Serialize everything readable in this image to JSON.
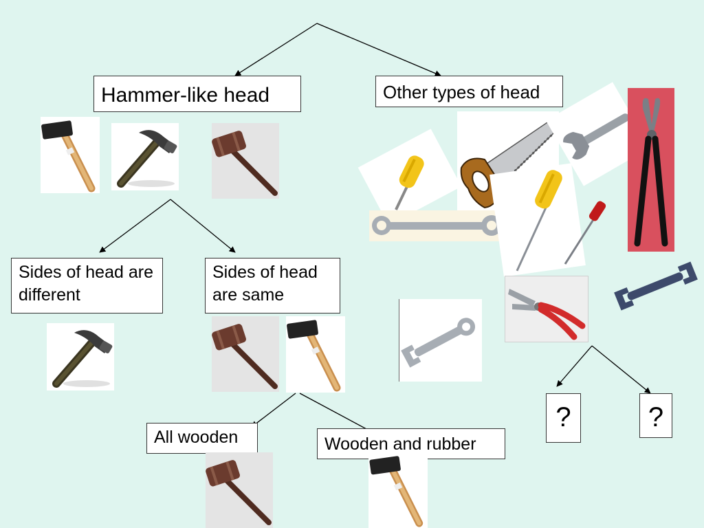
{
  "tree": {
    "hammer_like_head": "Hammer-like head",
    "other_types_of_head": "Other types of head",
    "sides_different": "Sides of head are different",
    "sides_same": "Sides of head are same",
    "all_wooden": "All wooden",
    "wooden_and_rubber": "Wooden and rubber",
    "unknown_left": "?",
    "unknown_right": "?"
  },
  "colors": {
    "background": "#dff5ef",
    "wood": "#d8a868",
    "rubber": "#222222",
    "steel": "#8a8f96",
    "gavel": "#6b3b2e",
    "screwdriver": "#f2c419",
    "plier_grip": "#d22b2b"
  }
}
